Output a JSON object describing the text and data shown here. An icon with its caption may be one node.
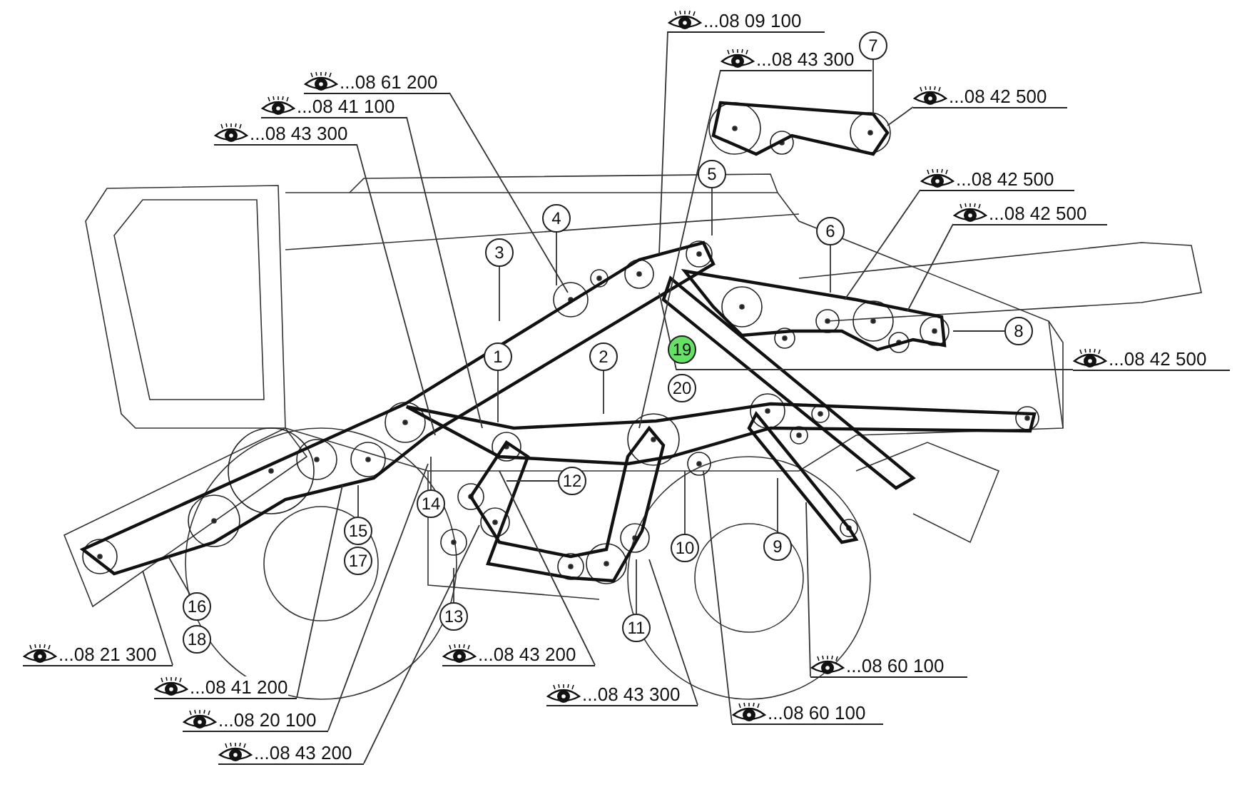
{
  "diagram": {
    "nodes": [
      {
        "text": [
          "...08 09 100"
        ]
      },
      {
        "text": [
          "...08 43 300"
        ]
      },
      {
        "text": [
          "...08 61 200"
        ]
      },
      {
        "text": [
          "...08 41 100"
        ]
      },
      {
        "text": [
          "...08 42 500"
        ]
      },
      {
        "text": [
          "...08 43 300"
        ]
      },
      {
        "text": [
          "...08 42 500"
        ]
      },
      {
        "text": [
          "...08 42 500"
        ]
      },
      {
        "text": [
          "...08 42 500"
        ]
      },
      {
        "text": [
          "...08 21 300"
        ]
      },
      {
        "text": [
          "...08 43 200"
        ]
      },
      {
        "text": [
          "...08 41 200"
        ]
      },
      {
        "text": [
          "...08 60 100"
        ]
      },
      {
        "text": [
          "...08 20 100"
        ]
      },
      {
        "text": [
          "...08 43 300"
        ]
      },
      {
        "text": [
          "...08 60 100"
        ]
      },
      {
        "text": [
          "...08 43 200"
        ]
      },
      {
        "text": [
          "1"
        ]
      },
      {
        "text": [
          "2"
        ]
      },
      {
        "text": [
          "3"
        ]
      },
      {
        "text": [
          "4"
        ]
      },
      {
        "text": [
          "5"
        ]
      },
      {
        "text": [
          "6"
        ]
      },
      {
        "text": [
          "7"
        ]
      },
      {
        "text": [
          "8"
        ]
      },
      {
        "text": [
          "9"
        ]
      },
      {
        "text": [
          "10"
        ]
      },
      {
        "text": [
          "11"
        ]
      },
      {
        "text": [
          "12"
        ]
      },
      {
        "text": [
          "13"
        ]
      },
      {
        "text": [
          "14"
        ]
      },
      {
        "text": [
          "15"
        ]
      },
      {
        "text": [
          "16"
        ]
      },
      {
        "text": [
          "17"
        ]
      },
      {
        "text": [
          "18"
        ]
      },
      {
        "text": [
          "19"
        ]
      },
      {
        "text": [
          "20"
        ]
      }
    ],
    "edges": [
      {
        "from": 0,
        "to": null,
        "arrow": "none"
      },
      {
        "from": 1,
        "to": null,
        "arrow": "none"
      },
      {
        "from": 2,
        "to": null,
        "arrow": "none"
      },
      {
        "from": 3,
        "to": null,
        "arrow": "none"
      },
      {
        "from": 4,
        "to": null,
        "arrow": "none"
      },
      {
        "from": 5,
        "to": null,
        "arrow": "none"
      },
      {
        "from": 6,
        "to": null,
        "arrow": "none"
      },
      {
        "from": 7,
        "to": null,
        "arrow": "none"
      },
      {
        "from": 8,
        "to": null,
        "arrow": "none"
      },
      {
        "from": 9,
        "to": null,
        "arrow": "none"
      },
      {
        "from": 10,
        "to": null,
        "arrow": "none"
      },
      {
        "from": 11,
        "to": null,
        "arrow": "none"
      },
      {
        "from": 12,
        "to": null,
        "arrow": "none"
      },
      {
        "from": 13,
        "to": null,
        "arrow": "none"
      },
      {
        "from": 14,
        "to": null,
        "arrow": "none"
      },
      {
        "from": 15,
        "to": null,
        "arrow": "none"
      },
      {
        "from": 16,
        "to": null,
        "arrow": "none"
      },
      {
        "from": 17,
        "to": null,
        "arrow": "none"
      },
      {
        "from": 18,
        "to": null,
        "arrow": "none"
      },
      {
        "from": 19,
        "to": null,
        "arrow": "none"
      },
      {
        "from": 20,
        "to": null,
        "arrow": "none"
      },
      {
        "from": 21,
        "to": null,
        "arrow": "none"
      },
      {
        "from": 22,
        "to": null,
        "arrow": "none"
      },
      {
        "from": 23,
        "to": null,
        "arrow": "none"
      },
      {
        "from": 24,
        "to": null,
        "arrow": "none"
      },
      {
        "from": 25,
        "to": null,
        "arrow": "none"
      },
      {
        "from": 26,
        "to": null,
        "arrow": "none"
      },
      {
        "from": 27,
        "to": null,
        "arrow": "none"
      },
      {
        "from": 28,
        "to": null,
        "arrow": "none"
      },
      {
        "from": 29,
        "to": null,
        "arrow": "none"
      },
      {
        "from": 30,
        "to": null,
        "arrow": "none"
      },
      {
        "from": 31,
        "to": null,
        "arrow": "none"
      },
      {
        "from": 32,
        "to": null,
        "arrow": "none"
      }
    ]
  }
}
